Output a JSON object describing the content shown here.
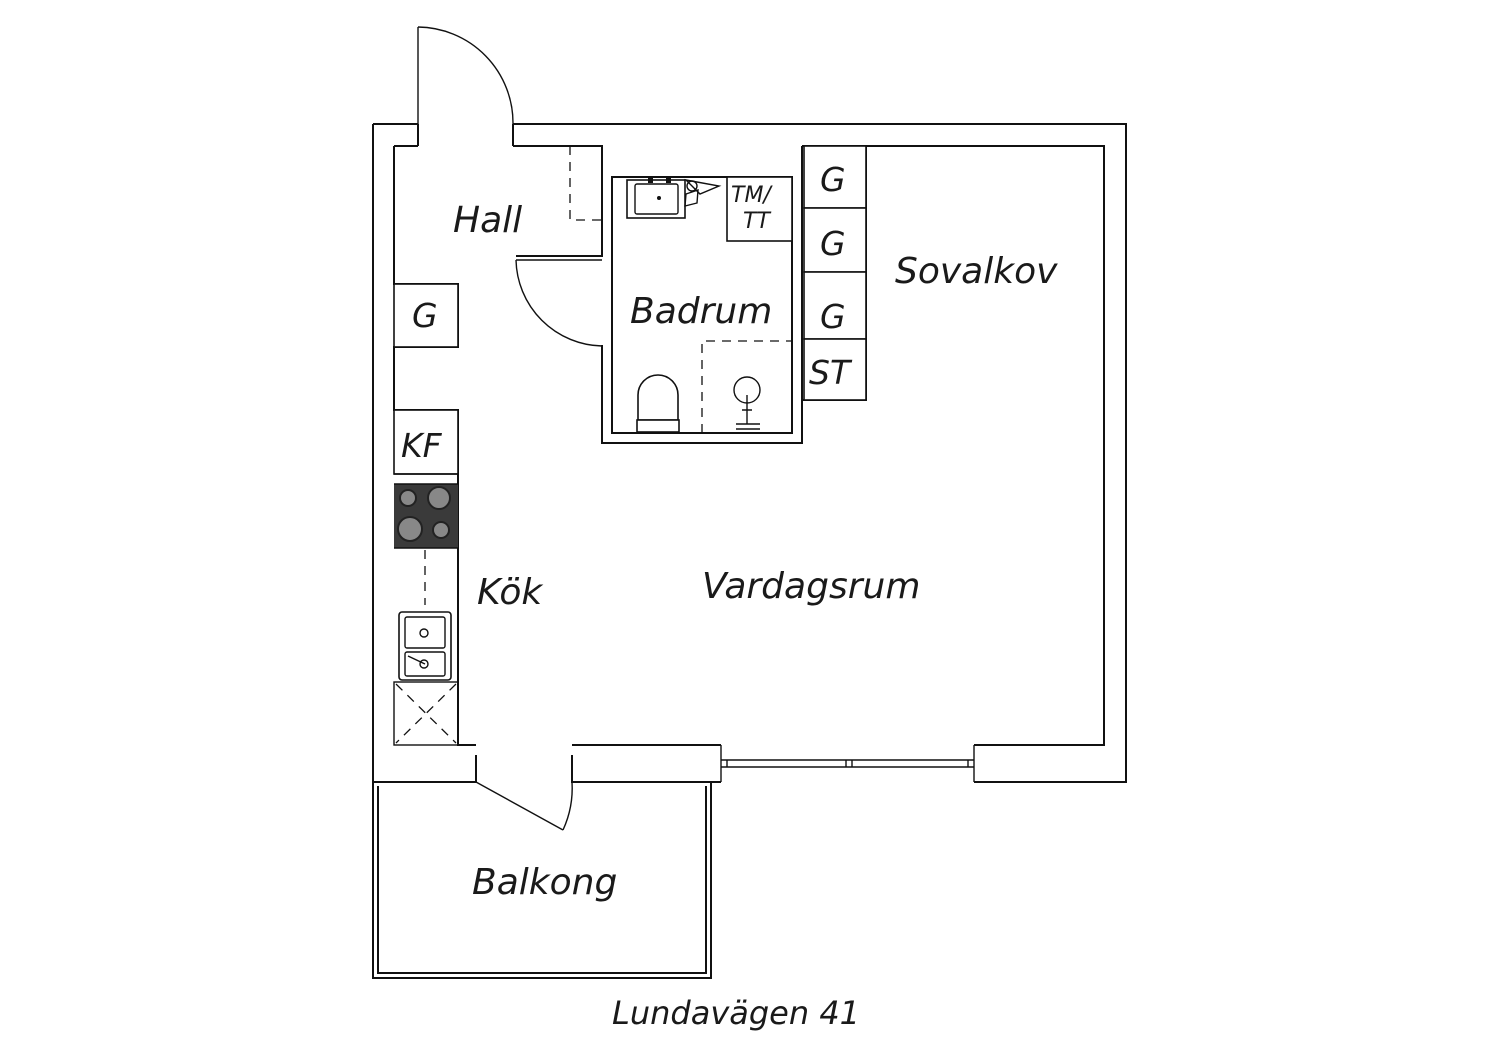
{
  "rooms": {
    "hall": "Hall",
    "badrum": "Badrum",
    "sovalkov": "Sovalkov",
    "kok": "Kök",
    "vardagsrum": "Vardagsrum",
    "balkong": "Balkong"
  },
  "fixtures": {
    "g_hall": "G",
    "kf": "KF",
    "tm_tt_line1": "TM/",
    "tm_tt_line2": "TT",
    "g_wardrobe_1": "G",
    "g_wardrobe_2": "G",
    "g_wardrobe_3": "G",
    "st": "ST"
  },
  "address": "Lundavägen 41",
  "colors": {
    "line": "#111111",
    "background": "#ffffff",
    "stove": "#3a3a3a"
  }
}
